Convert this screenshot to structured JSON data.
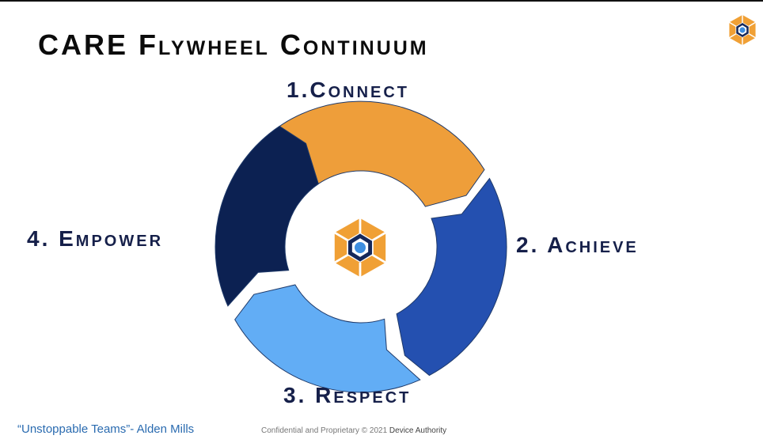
{
  "slide": {
    "title": "CARE Flywheel Continuum",
    "steps": [
      {
        "label": "1.Connect",
        "color": "#ee9e3a"
      },
      {
        "label": "2. Achieve",
        "color": "#2450b0"
      },
      {
        "label": "3. Respect",
        "color": "#62adf5"
      },
      {
        "label": "4. Empower",
        "color": "#0c2152"
      }
    ],
    "quote": "“Unstoppable Teams”- Alden Mills",
    "footer": {
      "text": "Confidential and Proprietary © 2021 ",
      "company": "Device Authority"
    },
    "logo_colors": {
      "orange": "#f0a035",
      "navy": "#15285a",
      "blue": "#3d8ee0"
    }
  }
}
